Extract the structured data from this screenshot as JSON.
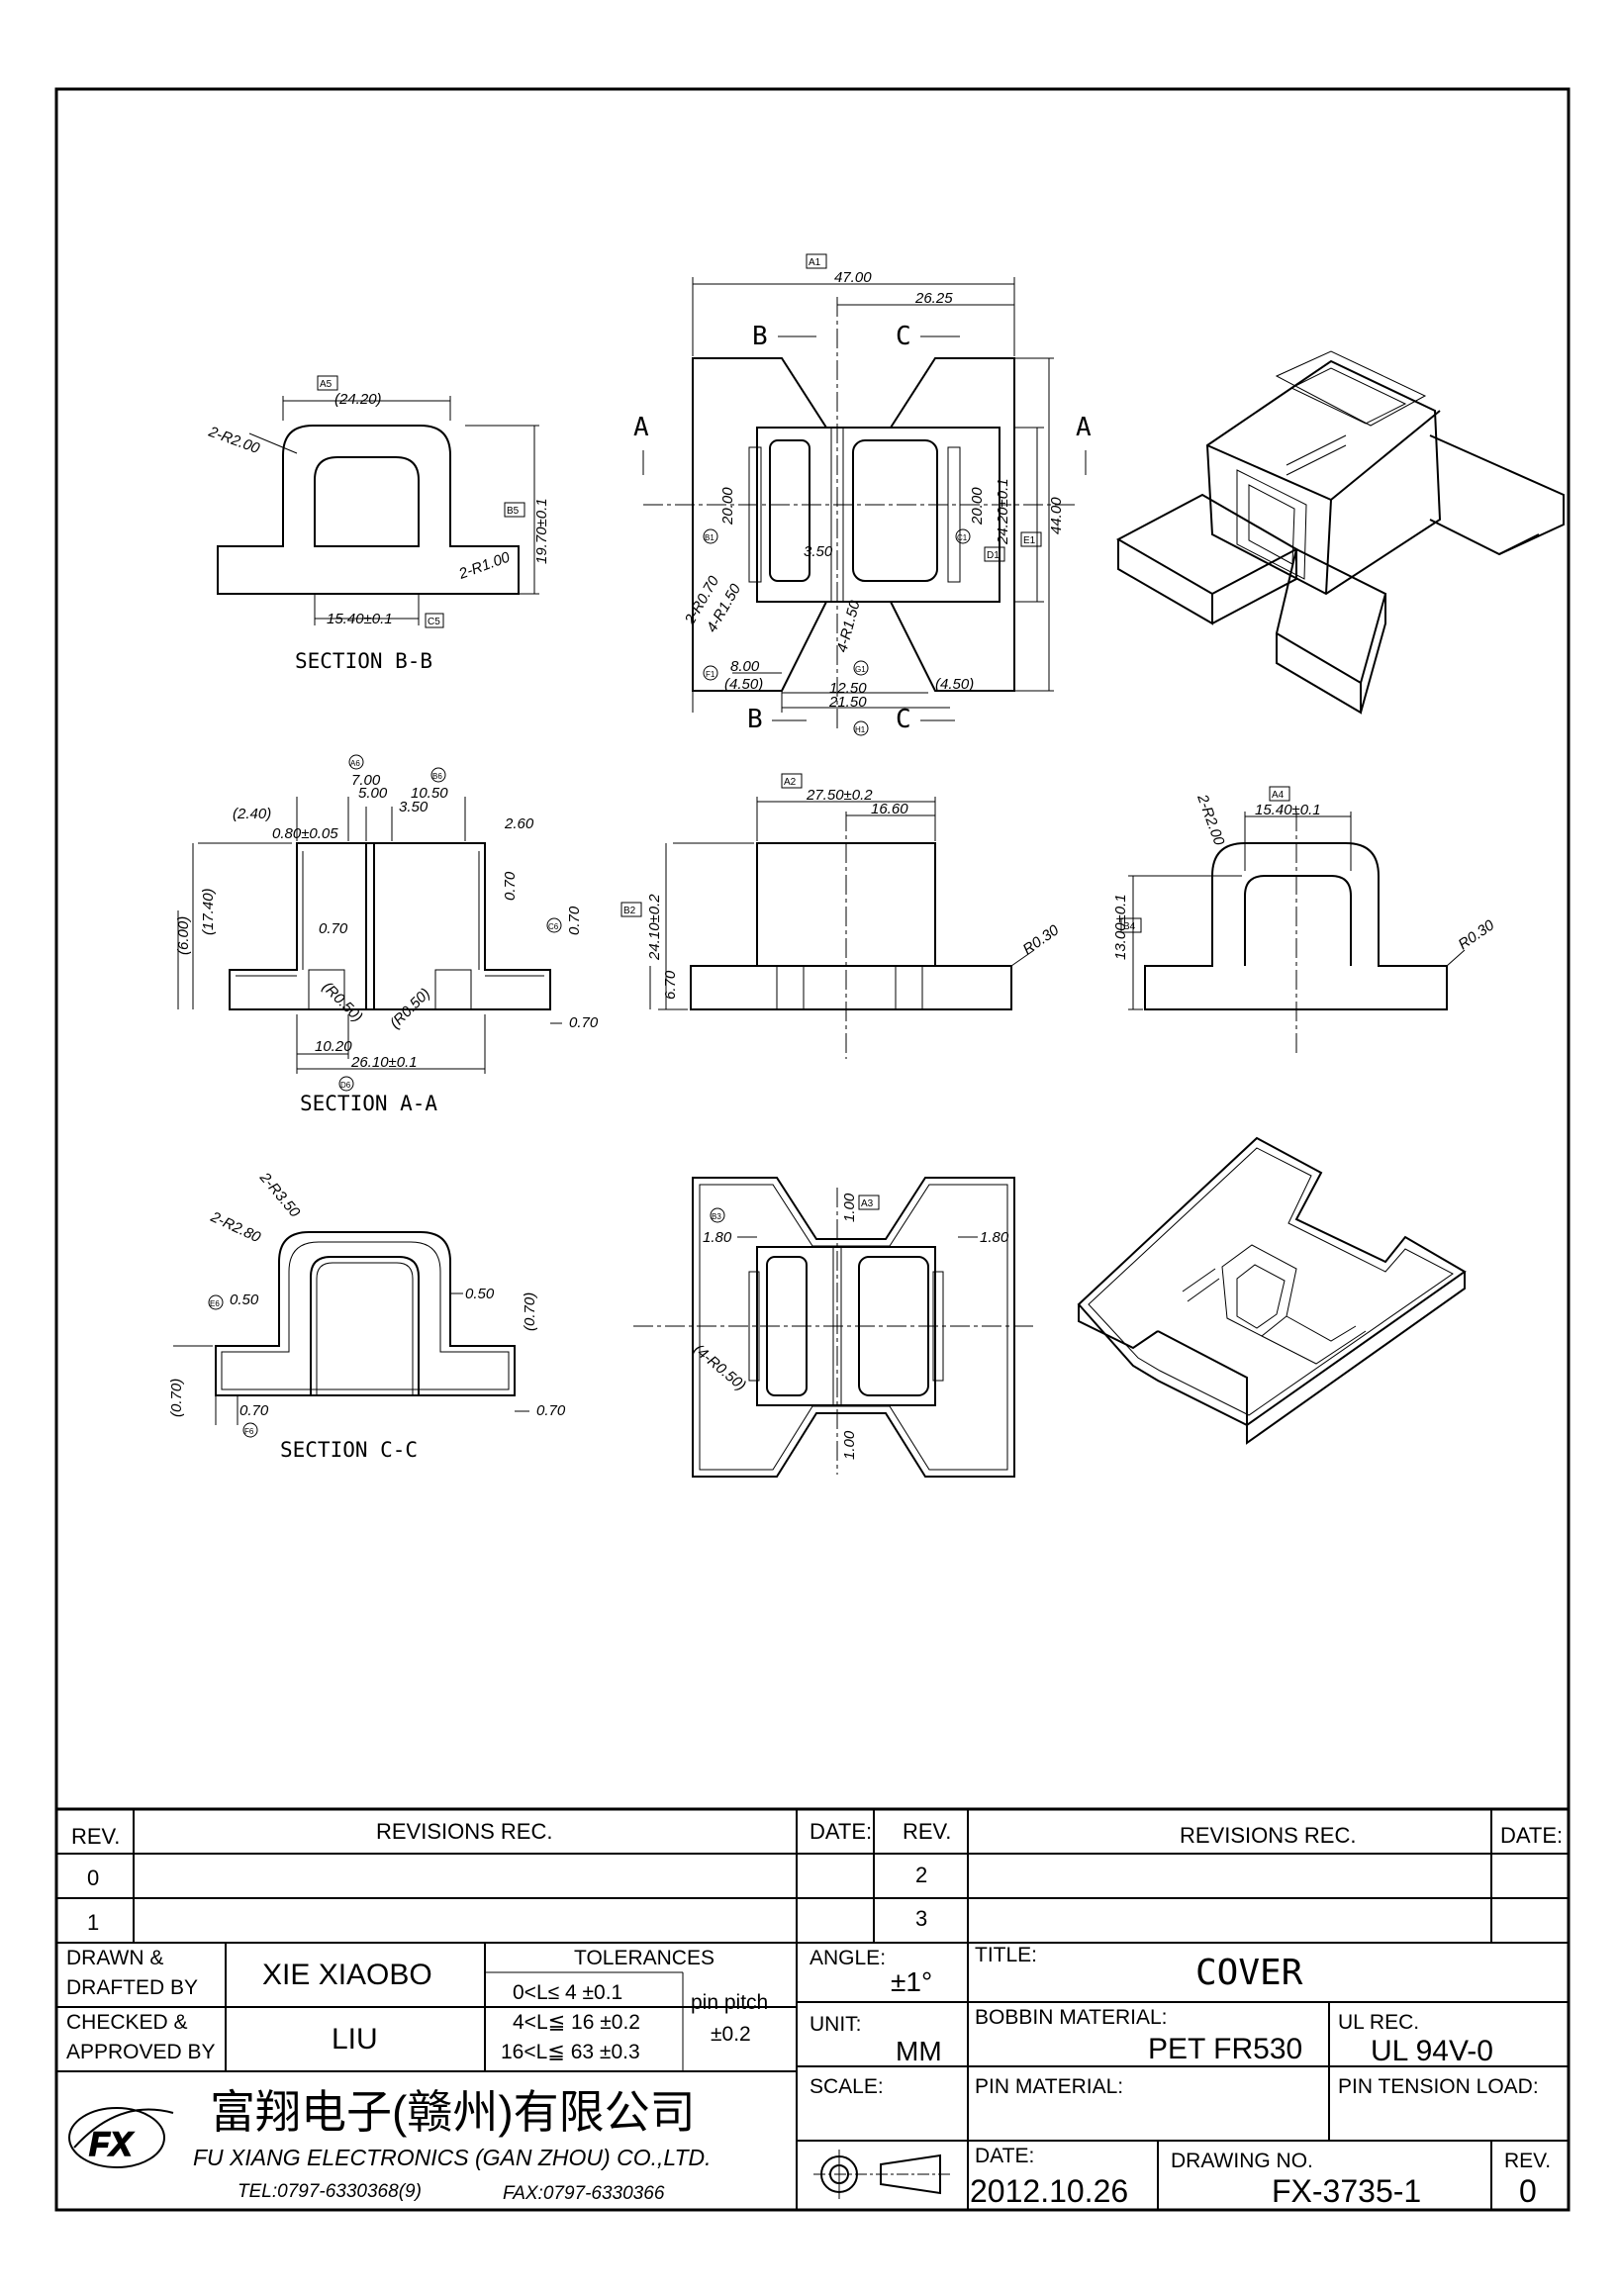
{
  "views": {
    "section_bb": {
      "caption": "SECTION  B-B",
      "dims": [
        "(24.20)",
        "2-R2.00",
        "19.70±0.1",
        "2-R1.00",
        "15.40±0.1"
      ],
      "refs": [
        "A5",
        "B5",
        "C5"
      ]
    },
    "top_view": {
      "dims": [
        "47.00",
        "26.25",
        "20.00",
        "3.50",
        "20.00",
        "24.20±0.1",
        "44.00",
        "2-R0.70",
        "4-R1.50",
        "4-R1.50",
        "8.00",
        "(4.50)",
        "12.50",
        "21.50",
        "(4.50)"
      ],
      "section_letters": [
        "B",
        "C",
        "A",
        "A",
        "B",
        "C"
      ],
      "refs": [
        "A1",
        "B1",
        "C1",
        "D1",
        "E1",
        "F1",
        "G1",
        "H1"
      ]
    },
    "section_aa": {
      "caption": "SECTION  A-A",
      "dims": [
        "7.00",
        "5.00",
        "10.50",
        "3.50",
        "(2.40)",
        "0.80±0.05",
        "2.60",
        "0.70",
        "(17.40)",
        "(6.00)",
        "0.70",
        "0.70",
        "(R0.50)",
        "(R0.50)",
        "0.70",
        "10.20",
        "26.10±0.1"
      ],
      "refs": [
        "A6",
        "B6",
        "C6",
        "D6"
      ]
    },
    "front_view": {
      "dims": [
        "27.50±0.2",
        "16.60",
        "24.10±0.2",
        "6.70",
        "R0.30"
      ],
      "refs": [
        "A2",
        "B2"
      ]
    },
    "side_view": {
      "dims": [
        "2-R2.00",
        "15.40±0.1",
        "13.00±0.1",
        "R0.30"
      ],
      "refs": [
        "A4",
        "B4"
      ]
    },
    "section_cc": {
      "caption": "SECTION  C-C",
      "dims": [
        "2-R3.50",
        "2-R2.80",
        "0.50",
        "0.50",
        "(0.70)",
        "(0.70)",
        "0.70",
        "0.70"
      ],
      "refs": [
        "E6",
        "F6"
      ]
    },
    "bottom_view": {
      "dims": [
        "1.00",
        "1.80",
        "1.80",
        "(4-R0.50)",
        "1.00"
      ],
      "refs": [
        "A3",
        "B3"
      ]
    }
  },
  "title_block": {
    "revisions": {
      "headers": [
        "REV.",
        "REVISIONS    REC.",
        "DATE:",
        "REV.",
        "REVISIONS    REC.",
        "DATE:"
      ],
      "rows": [
        {
          "rev_left": "0",
          "rev_right": "2"
        },
        {
          "rev_left": "1",
          "rev_right": "3"
        }
      ]
    },
    "drawn_label_1": "DRAWN &",
    "drawn_label_2": "DRAFTED BY",
    "drawn_name": "XIE  XIAOBO",
    "checked_label_1": "CHECKED &",
    "checked_label_2": "APPROVED BY",
    "checked_name": "LIU",
    "tolerances_title": "TOLERANCES",
    "tolerances": [
      "0<L≤  4    ±0.1",
      "4<L≦  16  ±0.2",
      "16<L≦  63  ±0.3"
    ],
    "pin_pitch_label": "pin pitch",
    "pin_pitch_value": "±0.2",
    "angle_label": "ANGLE:",
    "angle_value": "±1°",
    "unit_label": "UNIT:",
    "unit_value": "MM",
    "scale_label": "SCALE:",
    "title_label": "TITLE:",
    "title_value": "COVER",
    "bobbin_label": "BOBBIN MATERIAL:",
    "bobbin_value": "PET  FR530",
    "ul_label": "UL REC.",
    "ul_value": "UL 94V-0",
    "pin_material_label": "PIN MATERIAL:",
    "pin_tension_label": "PIN TENSION LOAD:",
    "date_label": "DATE:",
    "date_value": "2012.10.26",
    "drawing_no_label": "DRAWING NO.",
    "drawing_no_value": "FX-3735-1",
    "rev_label": "REV.",
    "rev_value": "0",
    "company_cn": "富翔电子(赣州)有限公司",
    "company_en": "FU XIANG ELECTRONICS (GAN ZHOU) CO.,LTD.",
    "tel": "TEL:0797-6330368(9)",
    "fax": "FAX:0797-6330366",
    "logo_text": "FX"
  }
}
